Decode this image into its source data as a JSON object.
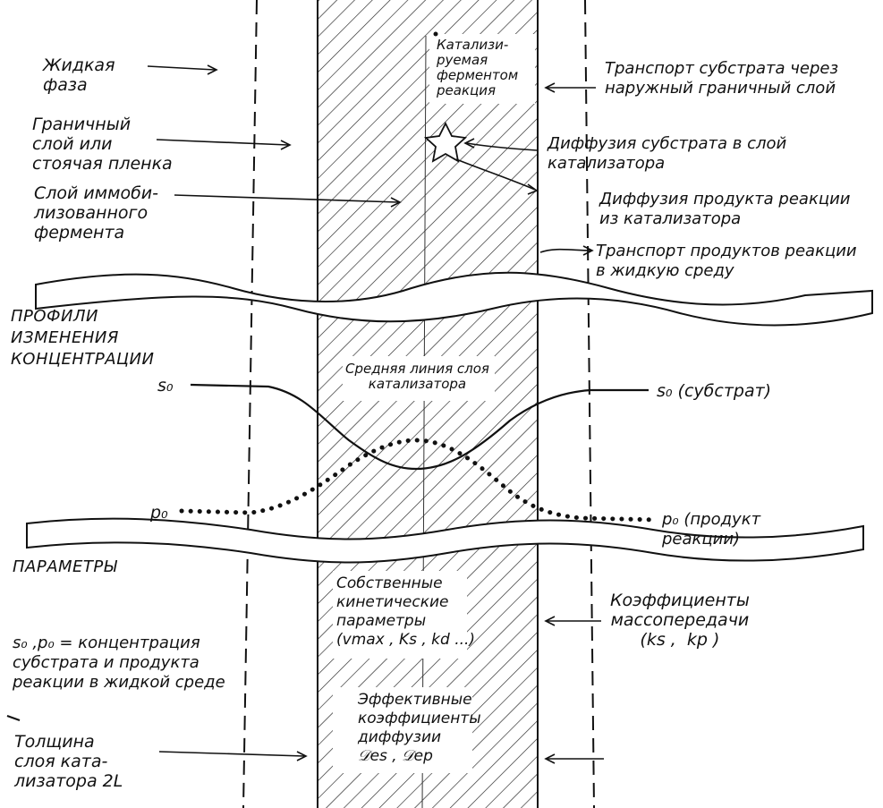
{
  "labels": {
    "liquid_phase": "Жидкая\nфаза",
    "boundary_layer": "Граничный\nслой или\nстоячая пленка",
    "enzyme_layer": "Слой иммоби-\nлизованного\nфермента",
    "catalyzed_reaction": "Катализи-\nруемая\nферментом\nреакция",
    "substrate_transport": "Транспорт субстрата через\nнаружный граничный слой",
    "substrate_diffusion": "Диффузия субстрата в слой\nкатализатора",
    "product_diffusion": "Диффузия продукта реакции\nиз катализатора",
    "product_transport": "Транспорт продуктов реакции\nв жидкую среду",
    "profiles_heading": "ПРОФИЛИ\nИЗМЕНЕНИЯ\nКОНЦЕНТРАЦИИ",
    "midline": "Средняя линия слоя\nкатализатора",
    "s0_left": "s₀",
    "s0_right": "s₀ (субстрат)",
    "p0_left": "p₀",
    "p0_right": "p₀ (продукт\nреакции)",
    "parameters_heading": "ПАРАМЕТРЫ",
    "kinetic_params": "Собственные\nкинетические\nпараметры\n(vmax , Ks , kd ...)",
    "mass_transfer": "Коэффициенты\nмассопередачи\n(ks ,  kp )",
    "concentration_note": "s₀ ,p₀ = концентрация\nсубстрата и продукта\nреакции в жидкой среде",
    "effective_diffusion": "Эффективные\nкоэффициенты\nдиффузии\n𝒟es , 𝒟ep",
    "thickness": "Толщина\nслоя ката-\nлизатора 2L"
  },
  "icons": {
    "reaction_site": "star-icon"
  },
  "colors": {
    "ink": "#111111",
    "background": "#ffffff"
  }
}
